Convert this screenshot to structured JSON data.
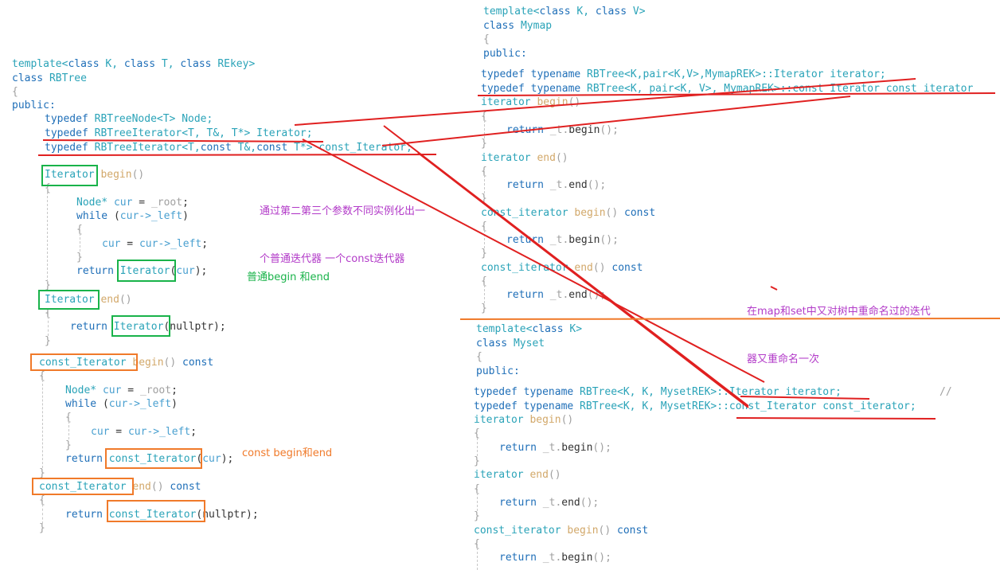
{
  "rbtree": {
    "l1_a": "template<",
    "l1_b": "class",
    "l1_c": " K, ",
    "l1_d": "class",
    "l1_e": " T, ",
    "l1_f": "class",
    "l1_g": " REkey>",
    "l2_a": "class",
    "l2_b": " RBTree",
    "l3": "{",
    "l4": "public:",
    "l5_a": "typedef",
    "l5_b": " RBTreeNode<T> Node;",
    "l6_a": "typedef",
    "l6_b": " RBTreeIterator<T, T&, T*> Iterator;",
    "l7_a": "typedef",
    "l7_b": " RBTreeIterator<T,",
    "l7_c": "const",
    "l7_d": " T&,",
    "l7_e": "const",
    "l7_f": " T*> const_Iterator;",
    "b1_a": "Iterator",
    "b1_b": " begin",
    "b1_c": "()",
    "ob": "{",
    "cb": "}",
    "node_a": "Node*",
    "node_b": " cur",
    "node_c": " = ",
    "node_d": "_root",
    "node_e": ";",
    "while_a": "while",
    "while_b": " (",
    "while_c": "cur->_left",
    "while_d": ")",
    "cur_a": "cur",
    "cur_b": " = ",
    "cur_c": "cur->_left",
    "cur_d": ";",
    "ret_a": "return",
    "ret_b": " Iterator",
    "ret_c": "(",
    "ret_d": "cur",
    "ret_e": ");",
    "e1_a": "Iterator",
    "e1_b": " end",
    "e1_c": "()",
    "ret2_a": "return",
    "ret2_b": " Iterator",
    "ret2_c": "(nullptr);",
    "cb1_a": "const_Iterator",
    "cb1_b": " begin",
    "cb1_c": "() ",
    "cb1_d": "const",
    "cret_b": " const_Iterator",
    "ce_a": "const_Iterator",
    "ce_b": " end",
    "ce_c": "() ",
    "ce_d": "const",
    "cret2_b": " const_Iterator",
    "cret2_c": "(nullptr);"
  },
  "mymap": {
    "l1_a": "template<",
    "l1_b": "class",
    "l1_c": " K, ",
    "l1_d": "class",
    "l1_e": " V>",
    "l2_a": "class",
    "l2_b": " Mymap",
    "l3": "{",
    "l4": "public:",
    "l5_a": "typedef typename",
    "l5_b": " RBTree<K,pair<K,V>,MymapREK>::Iterator iterator;",
    "l6_a": "typedef typename",
    "l6_b": " RBTree<K, pair<K, V>, MymapREK>::const_Iterator const_iterator",
    "l7_a": "iterator",
    "l7_b": " begin",
    "l7_c": "()",
    "ret_a": "return",
    "ret_b": " _t.",
    "ret_c": "begin",
    "ret_d": "();",
    "e_a": "iterator",
    "e_b": " end",
    "e_c": "()",
    "rete_c": "end",
    "cb_a": "const_iterator",
    "cb_b": " begin",
    "cb_c": "() ",
    "cb_d": "const",
    "ce_a": "const_iterator",
    "ce_b": " end",
    "ce_c": "() ",
    "ce_d": "const"
  },
  "myset": {
    "l1_a": "template<",
    "l1_b": "class",
    "l1_c": " K>",
    "l2_a": "class",
    "l2_b": " Myset",
    "l3": "{",
    "l4": "public:",
    "l5_a": "typedef typename",
    "l5_b": " RBTree<K, K, MysetREK>::Iterator iterator;",
    "l5_c": "//",
    "l6_a": "typedef typename",
    "l6_b": " RBTree<K, K, MysetREK>::const_Iterator const_iterator;",
    "b_a": "iterator",
    "b_b": " begin",
    "b_c": "()",
    "e_a": "iterator",
    "e_b": " end",
    "e_c": "()",
    "cb_a": "const_iterator",
    "cb_b": " begin",
    "cb_c": "() ",
    "cb_d": "const"
  },
  "annotations": {
    "note1_l1": "通过第二第三个参数不同实例化出一",
    "note1_l2": "个普通迭代器 一个const迭代器",
    "note2": "普通begin 和end",
    "note3": "const begin和end",
    "note4_l1": "在map和set中又对树中重命名过的迭代",
    "note4_l2": "器又重命名一次"
  },
  "colors": {
    "keyword": "#1f6fb8",
    "type": "#2aa3b8",
    "function": "#d2a86a",
    "purple_note": "#b23ac8",
    "green_note": "#19b34a",
    "orange_note": "#f07a2a",
    "red_line": "#e02020"
  }
}
